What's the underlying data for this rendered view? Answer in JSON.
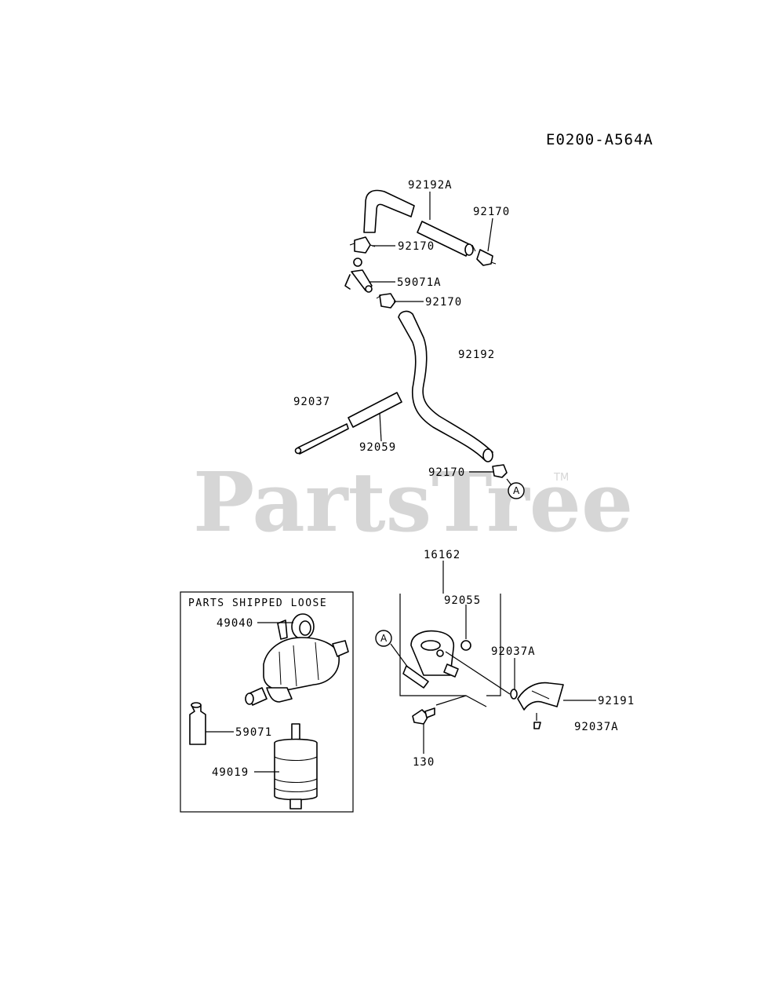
{
  "diagram_code": "E0200-A564A",
  "watermark": {
    "text": "PartsTree",
    "trademark": "TM"
  },
  "parts_box": {
    "title": "PARTS SHIPPED LOOSE"
  },
  "labels": {
    "p92192A": "92192A",
    "p92170_top_right": "92170",
    "p92170_upper": "92170",
    "p59071A": "59071A",
    "p92170_mid": "92170",
    "p92192": "92192",
    "p92037_rod": "92037",
    "p92059": "92059",
    "p92170_low": "92170",
    "p16162": "16162",
    "p92055": "92055",
    "p92037A_upper": "92037A",
    "p92191": "92191",
    "p92037A_lower": "92037A",
    "p130": "130",
    "p49040": "49040",
    "p59071": "59071",
    "p49019": "49019"
  },
  "callouts": {
    "a_upper": "A",
    "a_lower": "A"
  }
}
